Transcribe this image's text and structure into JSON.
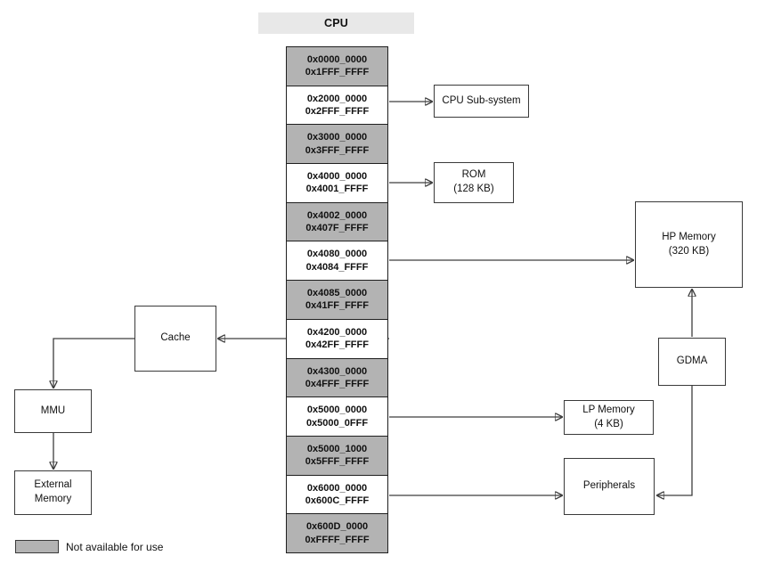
{
  "diagram": {
    "title": "CPU",
    "legend": {
      "label": "Not available for use"
    },
    "memory_stack": {
      "regions": [
        {
          "start": "0x0000_0000",
          "end": "0x1FFF_FFFF",
          "available": false
        },
        {
          "start": "0x2000_0000",
          "end": "0x2FFF_FFFF",
          "available": true
        },
        {
          "start": "0x3000_0000",
          "end": "0x3FFF_FFFF",
          "available": false
        },
        {
          "start": "0x4000_0000",
          "end": "0x4001_FFFF",
          "available": true
        },
        {
          "start": "0x4002_0000",
          "end": "0x407F_FFFF",
          "available": false
        },
        {
          "start": "0x4080_0000",
          "end": "0x4084_FFFF",
          "available": true
        },
        {
          "start": "0x4085_0000",
          "end": "0x41FF_FFFF",
          "available": false
        },
        {
          "start": "0x4200_0000",
          "end": "0x42FF_FFFF",
          "available": true
        },
        {
          "start": "0x4300_0000",
          "end": "0x4FFF_FFFF",
          "available": false
        },
        {
          "start": "0x5000_0000",
          "end": "0x5000_0FFF",
          "available": true
        },
        {
          "start": "0x5000_1000",
          "end": "0x5FFF_FFFF",
          "available": false
        },
        {
          "start": "0x6000_0000",
          "end": "0x600C_FFFF",
          "available": true
        },
        {
          "start": "0x600D_0000",
          "end": "0xFFFF_FFFF",
          "available": false
        }
      ]
    },
    "nodes": {
      "cpu_subsystem": {
        "label": "CPU Sub-system",
        "sublabel": ""
      },
      "rom": {
        "label": "ROM",
        "sublabel": "(128 KB)"
      },
      "hp_memory": {
        "label": "HP Memory",
        "sublabel": "(320 KB)"
      },
      "gdma": {
        "label": "GDMA",
        "sublabel": ""
      },
      "lp_memory": {
        "label": "LP Memory",
        "sublabel": "(4 KB)"
      },
      "peripherals": {
        "label": "Peripherals",
        "sublabel": ""
      },
      "cache": {
        "label": "Cache",
        "sublabel": ""
      },
      "mmu": {
        "label": "MMU",
        "sublabel": ""
      },
      "external_memory": {
        "label": "External",
        "sublabel": "Memory"
      }
    },
    "connections": [
      {
        "from": "0x2000_0000-0x2FFF_FFFF",
        "to": "cpu_subsystem"
      },
      {
        "from": "0x4000_0000-0x4001_FFFF",
        "to": "rom"
      },
      {
        "from": "0x4080_0000-0x4084_FFFF",
        "to": "hp_memory"
      },
      {
        "from": "0x4200_0000-0x42FF_FFFF",
        "to": "cache"
      },
      {
        "from": "cache",
        "to": "mmu"
      },
      {
        "from": "mmu",
        "to": "external_memory"
      },
      {
        "from": "0x5000_0000-0x5000_0FFF",
        "to": "lp_memory"
      },
      {
        "from": "0x6000_0000-0x600C_FFFF",
        "to": "peripherals"
      },
      {
        "from": "gdma",
        "to": "hp_memory"
      },
      {
        "from": "gdma",
        "to": "peripherals"
      }
    ],
    "colors": {
      "not_available_fill": "#b3b3b3",
      "header_fill": "#e8e8e8",
      "box_fill": "#ffffff",
      "line": "#3d3d3d"
    }
  }
}
